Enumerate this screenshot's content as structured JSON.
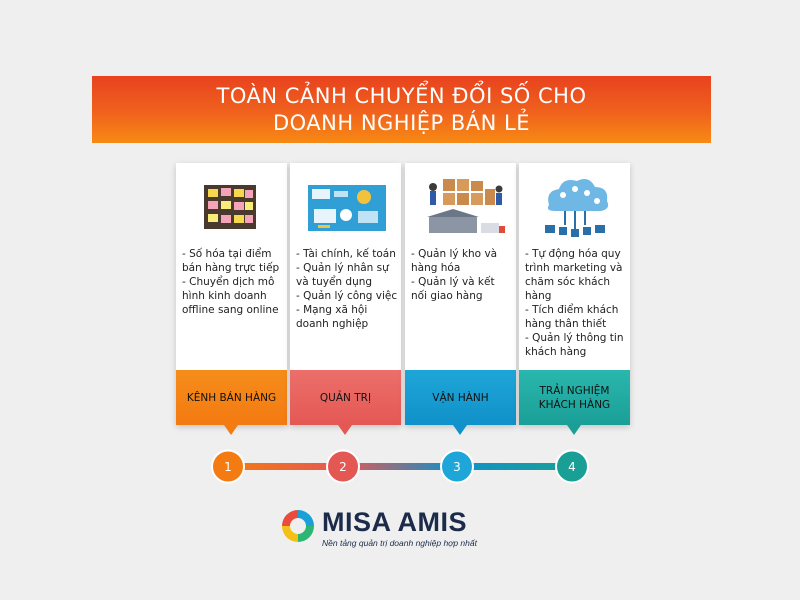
{
  "banner": {
    "line1": "TOÀN CẢNH CHUYỂN ĐỔI SỐ CHO",
    "line2": "DOANH NGHIỆP BÁN LẺ"
  },
  "cards": [
    {
      "icon": "sticky-notes-board",
      "lines": [
        "- Số hóa tại điểm bán hàng trực tiếp",
        "- Chuyển dịch mô hình kinh doanh offline sang online"
      ],
      "label": "KÊNH BÁN HÀNG",
      "color": "#f47a12"
    },
    {
      "icon": "management-dashboard",
      "lines": [
        "- Tài chính, kế toán",
        "- Quản lý nhân sự và tuyển dụng",
        "- Quản lý công việc",
        "- Mạng xã hội doanh nghiệp"
      ],
      "label": "QUẢN TRỊ",
      "color": "#e45854"
    },
    {
      "icon": "warehouse",
      "lines": [
        "- Quản lý kho và hàng hóa",
        "- Quản lý và kết nối giao hàng"
      ],
      "label": "VẬN HÀNH",
      "color": "#1091c9"
    },
    {
      "icon": "cloud-network",
      "lines": [
        "- Tự động hóa quy trình marketing và chăm sóc khách hàng",
        "- Tích điểm khách hàng thân thiết",
        "- Quản lý thông tin khách hàng"
      ],
      "label": "TRẢI NGHIỆM KHÁCH HÀNG",
      "color": "#1a9f97"
    }
  ],
  "timeline": {
    "steps": [
      "1",
      "2",
      "3",
      "4"
    ]
  },
  "brand": {
    "name": "MISA AMIS",
    "tagline": "Nền tảng quản trị doanh nghiệp hợp nhất"
  }
}
